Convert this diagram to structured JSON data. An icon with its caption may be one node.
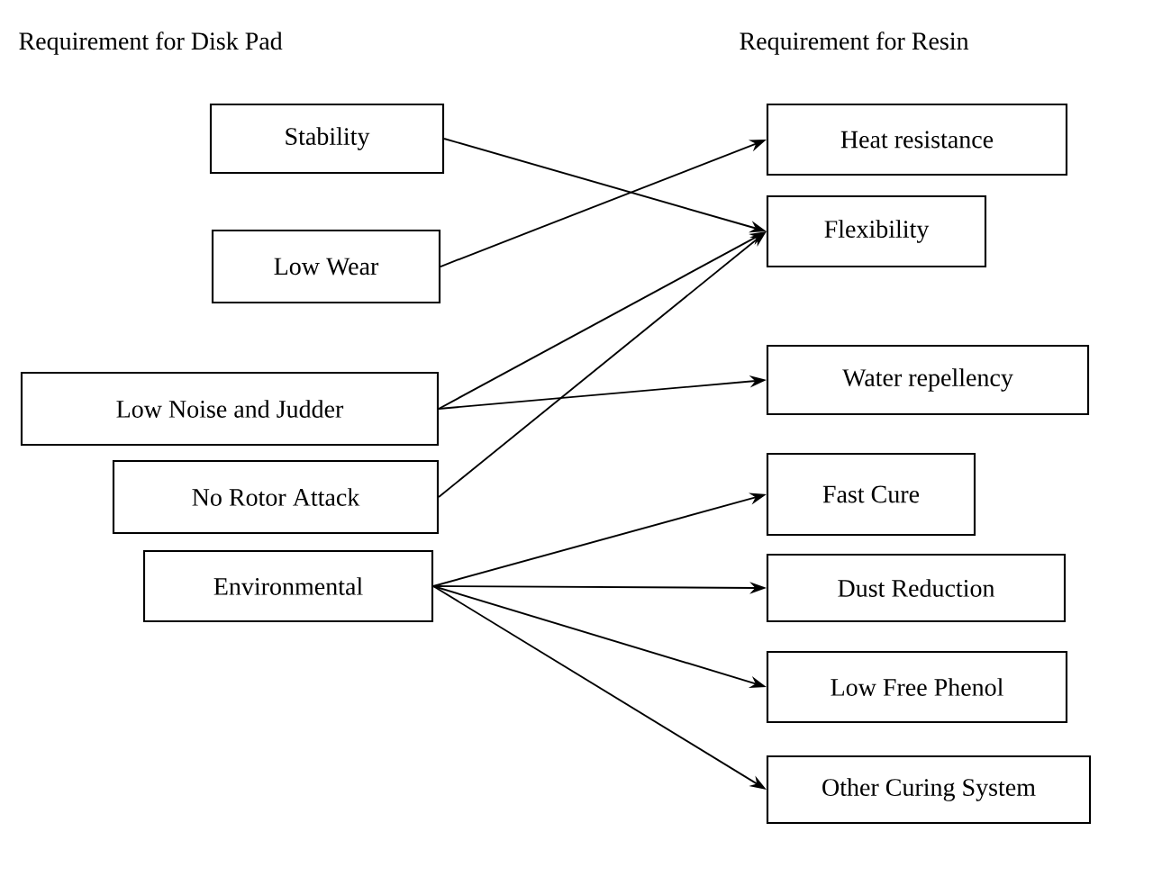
{
  "diagram": {
    "nodes": [
      {
        "text": [
          "Stability"
        ]
      },
      {
        "text": [
          "Low Wear"
        ]
      },
      {
        "text": [
          "Low Noise and Judder"
        ]
      },
      {
        "text": [
          "No Rotor Attack"
        ]
      },
      {
        "text": [
          "Environmental"
        ]
      },
      {
        "text": [
          "Heat resistance"
        ]
      },
      {
        "text": [
          "Flexibility"
        ]
      },
      {
        "text": [
          "Water repellency"
        ]
      },
      {
        "text": [
          "Fast Cure"
        ]
      },
      {
        "text": [
          "Dust Reduction"
        ]
      },
      {
        "text": [
          "Low Free Phenol"
        ]
      },
      {
        "text": [
          "Other Curing System"
        ]
      }
    ],
    "edges": [
      {
        "from": 0,
        "to": 6,
        "arrow": "to"
      },
      {
        "from": 1,
        "to": 5,
        "arrow": "to"
      },
      {
        "from": 2,
        "to": 6,
        "arrow": "to"
      },
      {
        "from": 2,
        "to": 7,
        "arrow": "to"
      },
      {
        "from": 3,
        "to": 6,
        "arrow": "to"
      },
      {
        "from": 4,
        "to": 8,
        "arrow": "to"
      },
      {
        "from": 4,
        "to": 9,
        "arrow": "to"
      },
      {
        "from": 4,
        "to": 10,
        "arrow": "to"
      },
      {
        "from": 4,
        "to": 11,
        "arrow": "to"
      }
    ],
    "labels": [
      "Requirement for Disk Pad",
      "Requirement for Resin"
    ]
  }
}
